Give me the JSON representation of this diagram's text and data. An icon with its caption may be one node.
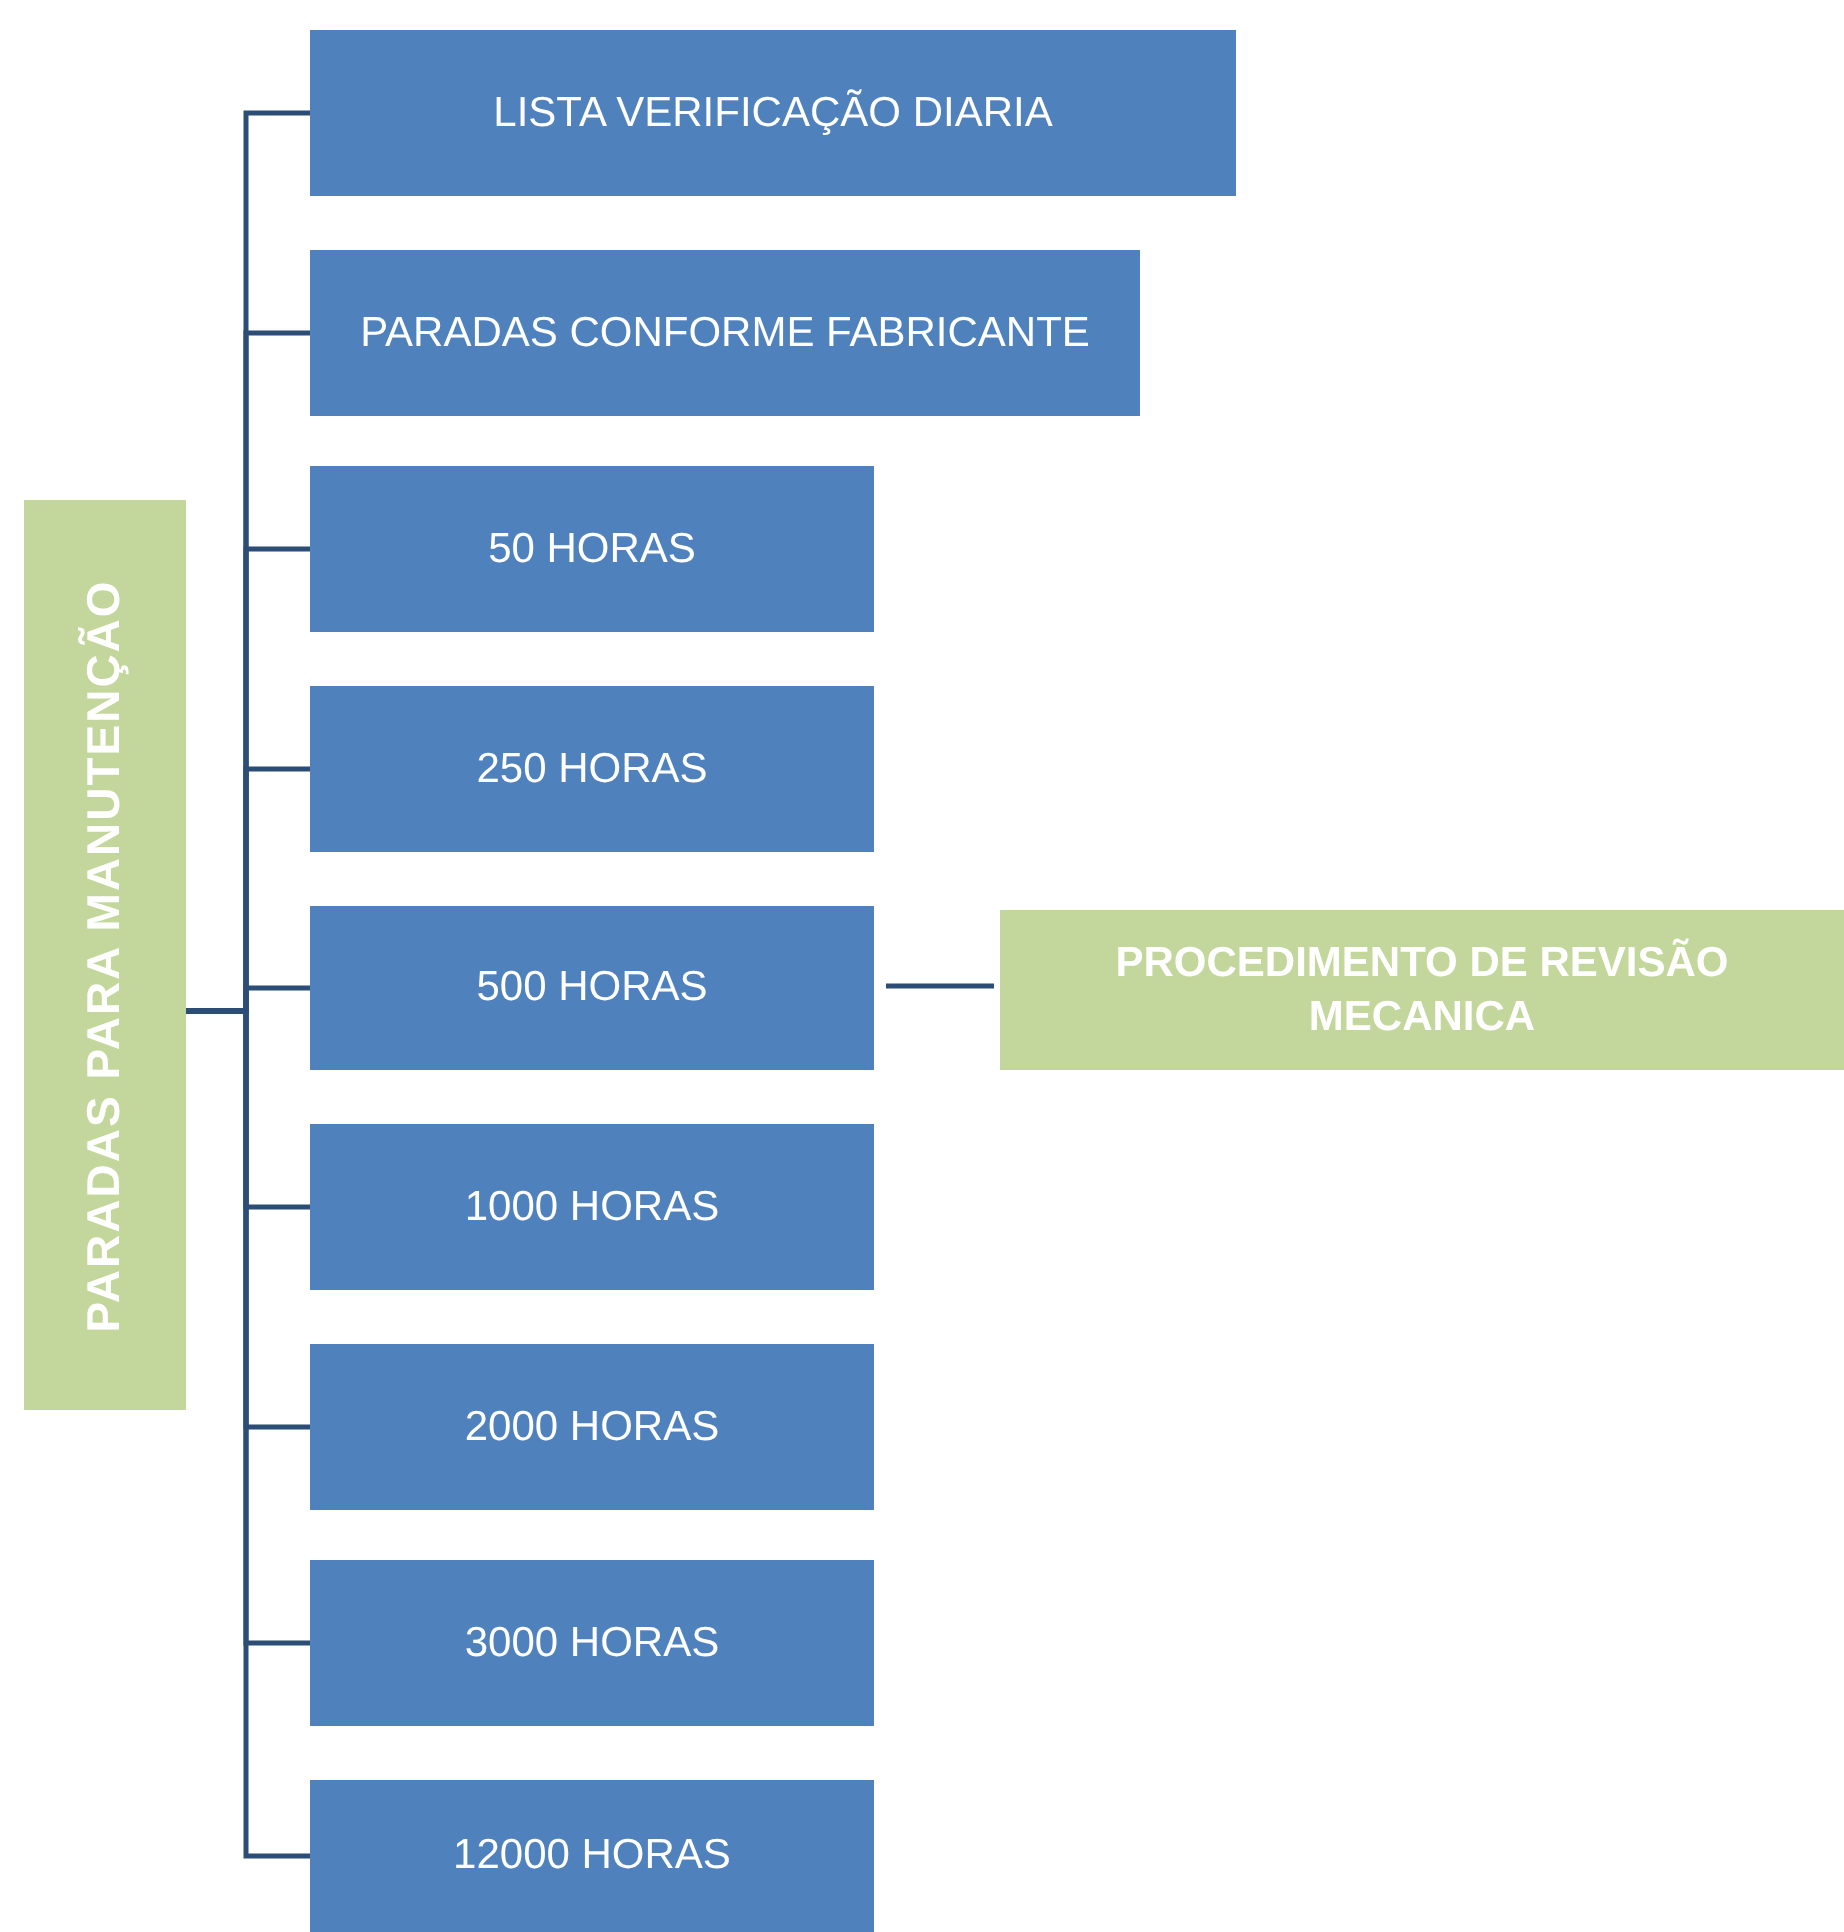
{
  "diagram": {
    "nodes": [
      {
        "text": [
          "PARADAS PARA MANUTENÇÃO"
        ]
      },
      {
        "text": [
          "LISTA VERIFICAÇÃO DIARIA"
        ]
      },
      {
        "text": [
          "PARADAS CONFORME FABRICANTE"
        ]
      },
      {
        "text": [
          "50 HORAS"
        ]
      },
      {
        "text": [
          "250 HORAS"
        ]
      },
      {
        "text": [
          "500 HORAS"
        ]
      },
      {
        "text": [
          "1000 HORAS"
        ]
      },
      {
        "text": [
          "2000 HORAS"
        ]
      },
      {
        "text": [
          "3000 HORAS"
        ]
      },
      {
        "text": [
          "12000 HORAS"
        ]
      },
      {
        "text": [
          "PROCEDIMENTO DE REVISÃO MECANICA"
        ]
      }
    ],
    "edges": [
      {
        "from": 0,
        "to": 1,
        "arrow": "none"
      },
      {
        "from": 0,
        "to": 2,
        "arrow": "none"
      },
      {
        "from": 0,
        "to": 3,
        "arrow": "none"
      },
      {
        "from": 0,
        "to": 4,
        "arrow": "none"
      },
      {
        "from": 0,
        "to": 5,
        "arrow": "none"
      },
      {
        "from": 0,
        "to": 6,
        "arrow": "none"
      },
      {
        "from": 0,
        "to": 7,
        "arrow": "none"
      },
      {
        "from": 0,
        "to": 8,
        "arrow": "none"
      },
      {
        "from": 0,
        "to": 9,
        "arrow": "none"
      },
      {
        "from": 5,
        "to": 10,
        "arrow": "none"
      }
    ]
  }
}
